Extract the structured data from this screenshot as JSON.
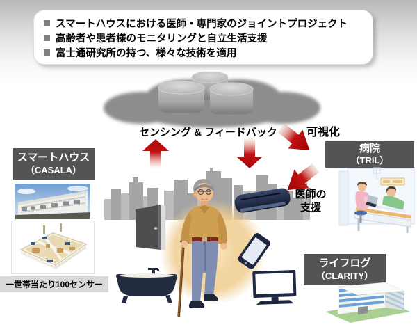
{
  "slide": {
    "bullets": [
      "スマートハウスにおける医師・専門家のジョイントプロジェクト",
      "高齢者や患者様のモニタリングと自立生活支援",
      "富士通研究所の持つ、様々な技術を適用"
    ]
  },
  "labels": {
    "sensing_feedback": "センシング & フィードバック",
    "visualization": "可視化",
    "doctor_support": [
      "医師の",
      "支援"
    ],
    "smart_house": [
      "スマートハウス",
      "（CASALA）"
    ],
    "hospital": [
      "病院",
      "（TRIL）"
    ],
    "lifelog": [
      "ライフログ",
      "（CLARITY）"
    ],
    "sensors_note": "一世帯当たり100センサー"
  },
  "icons": {
    "cloud": "cloud-database-icon",
    "arrows": [
      "arrow-up-icon",
      "arrow-down-icon",
      "arrow-down-right-icon",
      "arrow-down-left-icon"
    ],
    "devices": [
      "door-icon",
      "bathtub-icon",
      "air-conditioner-icon",
      "smartphone-icon",
      "television-icon"
    ],
    "scenes": [
      "city-skyline-silhouette",
      "elderly-man-illustration",
      "hospital-scene-illustration",
      "smart-house-photo",
      "floor-plan-image",
      "lifelog-building-illustration"
    ]
  },
  "colors": {
    "arrow_red": "#c01212",
    "label_box_bg": "#545454",
    "label_box_text": "#ffffff",
    "cloud_gray": "#8d8d8d",
    "device_navy": "#1d2740",
    "glow_orange": "#f0cd91",
    "note_bg": "#d9d9d9",
    "top_gradient_gray": "#b9b9b9"
  }
}
